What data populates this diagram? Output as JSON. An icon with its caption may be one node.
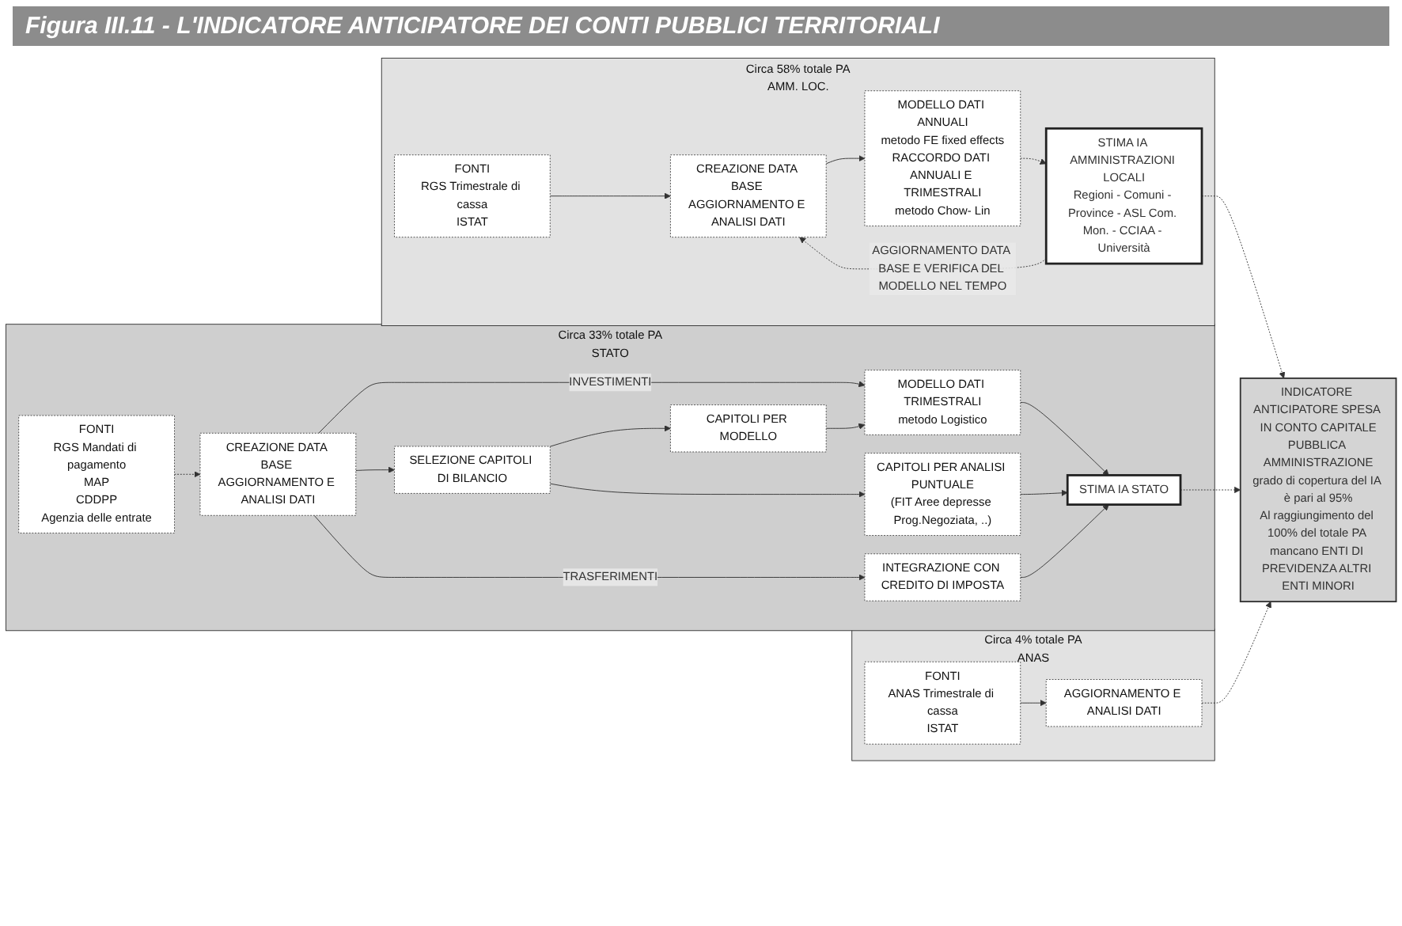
{
  "diagram": {
    "title": "Figura III.11 - L'INDICATORE ANTICIPATORE DEI CONTI PUBBLICI TERRITORIALI",
    "nodes": [
      {
        "text": [
          "Circa 58% totale PA",
          "AMM. LOC."
        ]
      },
      {
        "text": [
          "FONTI",
          "RGS Trimestrale di cassa",
          "ISTAT"
        ],
        "in": 0
      },
      {
        "text": [
          "CREAZIONE DATA BASE AGGIORNAMENTO E ANALISI DATI"
        ],
        "in": 0
      },
      {
        "text": [
          "MODELLO DATI ANNUALI",
          "metodo FE fixed effects",
          "RACCORDO DATI ANNUALI E TRIMESTRALI",
          "metodo Chow- Lin"
        ],
        "in": 0
      },
      {
        "text": [
          "STIMA IA AMMINISTRAZIONI LOCALI",
          "Regioni - Comuni - Province - ASL Com. Mon. - CCIAA - Università"
        ],
        "in": 0
      },
      {
        "text": [
          "Circa 33% totale PA",
          "STATO"
        ]
      },
      {
        "text": [
          "FONTI",
          "RGS Mandati di pagamento",
          "MAP",
          "CDDPP",
          "Agenzia delle entrate"
        ],
        "in": 5
      },
      {
        "text": [
          "CREAZIONE DATA BASE AGGIORNAMENTO E ANALISI DATI"
        ],
        "in": 5
      },
      {
        "text": [
          "MODELLO DATI TRIMESTRALI",
          "metodo Logistico"
        ],
        "in": 5
      },
      {
        "text": [
          "SELEZIONE CAPITOLI DI BILANCIO"
        ],
        "in": 5
      },
      {
        "text": [
          "CAPITOLI PER MODELLO"
        ],
        "in": 5
      },
      {
        "text": [
          "CAPITOLI PER ANALISI PUNTUALE",
          "(FIT Aree depresse Prog.Negoziata, ..)"
        ],
        "in": 5
      },
      {
        "text": [
          "STIMA IA STATO"
        ],
        "in": 5
      },
      {
        "text": [
          "INTEGRAZIONE CON CREDITO DI IMPOSTA"
        ],
        "in": 5
      },
      {
        "text": [
          "Circa 4% totale PA",
          "ANAS"
        ]
      },
      {
        "text": [
          "FONTI",
          "ANAS Trimestrale di cassa",
          "ISTAT"
        ],
        "in": 14
      },
      {
        "text": [
          "AGGIORNAMENTO E ANALISI DATI"
        ],
        "in": 14
      },
      {
        "text": [
          "INDICATORE ANTICIPATORE SPESA IN CONTO CAPITALE",
          "PUBBLICA AMMINISTRAZIONE",
          "grado di copertura del IA è pari al 95%",
          "Al raggiungimento del 100% del totale PA mancano ENTI DI PREVIDENZA ALTRI ENTI MINORI"
        ]
      }
    ],
    "edges": [
      {
        "from": 1,
        "to": 2,
        "arrow": "to"
      },
      {
        "from": 2,
        "to": 3,
        "arrow": "to"
      },
      {
        "from": 3,
        "to": 4,
        "arrow": "to",
        "style": "dashed"
      },
      {
        "from": 4,
        "to": 2,
        "arrow": "to",
        "style": "dashed",
        "label": "AGGIORNAMENTO DATA BASE E VERIFICA DEL MODELLO NEL TEMPO"
      },
      {
        "from": 4,
        "to": 17,
        "arrow": "to",
        "style": "dashed"
      },
      {
        "from": 6,
        "to": 7,
        "arrow": "to",
        "style": "dashed"
      },
      {
        "from": 7,
        "to": 8,
        "arrow": "to",
        "label": "INVESTIMENTI"
      },
      {
        "from": 7,
        "to": 9,
        "arrow": "to"
      },
      {
        "from": 7,
        "to": 13,
        "arrow": "to",
        "label": "TRASFERIMENTI"
      },
      {
        "from": 9,
        "to": 10,
        "arrow": "to"
      },
      {
        "from": 9,
        "to": 11,
        "arrow": "to"
      },
      {
        "from": 10,
        "to": 8,
        "arrow": "to"
      },
      {
        "from": 8,
        "to": 12,
        "arrow": "to"
      },
      {
        "from": 11,
        "to": 12,
        "arrow": "to"
      },
      {
        "from": 13,
        "to": 12,
        "arrow": "to"
      },
      {
        "from": 12,
        "to": 17,
        "arrow": "to",
        "style": "dashed"
      },
      {
        "from": 15,
        "to": 16,
        "arrow": "to"
      },
      {
        "from": 16,
        "to": 17,
        "arrow": "to",
        "style": "dashed"
      }
    ]
  }
}
